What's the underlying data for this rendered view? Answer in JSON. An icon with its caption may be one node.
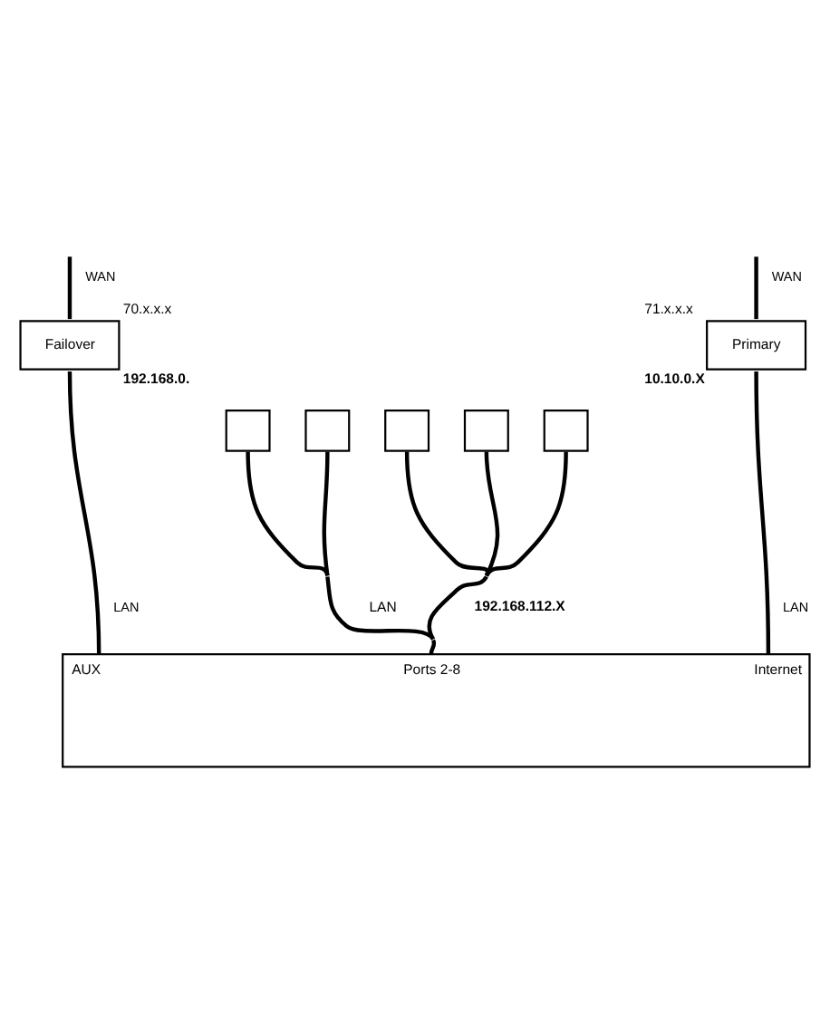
{
  "diagram": {
    "nodes": [
      {
        "text": [
          "Failover"
        ],
        "beside": [
          "70.x.x.x",
          "192.168.0."
        ]
      },
      {
        "text": [
          "Primary"
        ],
        "beside": [
          "71.x.x.x",
          "10.10.0.X"
        ]
      },
      {
        "text": [],
        "shape": "box"
      },
      {
        "text": [],
        "shape": "box"
      },
      {
        "text": [],
        "shape": "box"
      },
      {
        "text": [],
        "shape": "box"
      },
      {
        "text": [],
        "shape": "box"
      },
      {
        "text": [
          "AUX",
          "Ports 2-8",
          "Internet"
        ]
      }
    ],
    "edges": [
      {
        "from": null,
        "to": 0,
        "arrow": "none",
        "label": "WAN"
      },
      {
        "from": null,
        "to": 1,
        "arrow": "none",
        "label": "WAN"
      },
      {
        "from": 0,
        "to": 7,
        "arrow": "none",
        "label": "LAN"
      },
      {
        "from": 1,
        "to": 7,
        "arrow": "none",
        "label": "LAN"
      },
      {
        "from": 2,
        "to": 7,
        "arrow": "none"
      },
      {
        "from": 3,
        "to": 7,
        "arrow": "none"
      },
      {
        "from": 4,
        "to": 7,
        "arrow": "none"
      },
      {
        "from": 5,
        "to": 7,
        "arrow": "none"
      },
      {
        "from": 6,
        "to": 7,
        "arrow": "none"
      }
    ],
    "labels": [
      "LAN",
      "192.168.112.X"
    ]
  }
}
